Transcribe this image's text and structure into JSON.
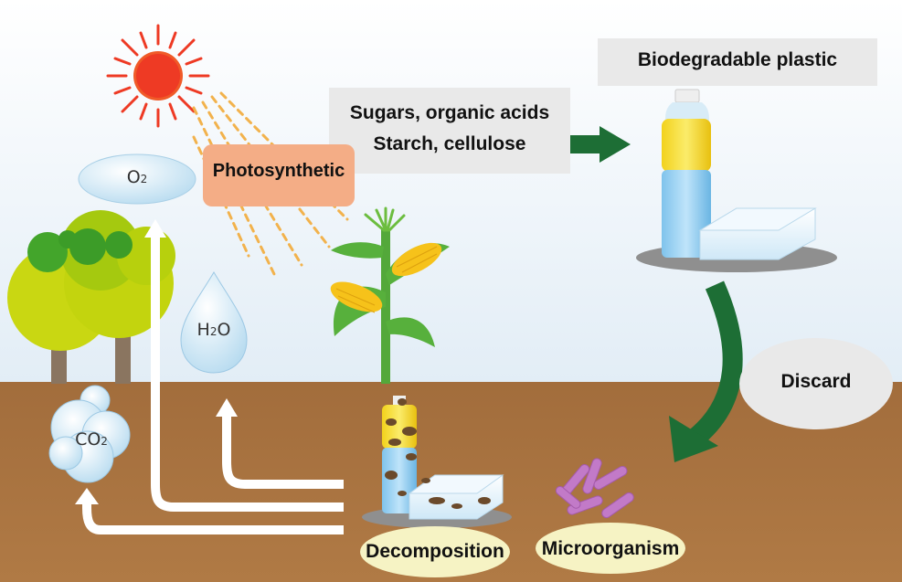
{
  "labels": {
    "photosynthetic": "Photosynthetic",
    "sugars_line1": "Sugars, organic acids",
    "sugars_line2": "Starch, cellulose",
    "biodegradable_plastic": "Biodegradable plastic",
    "discard": "Discard",
    "decomposition": "Decomposition",
    "microorganism": "Microorganism"
  },
  "molecules": {
    "o2_main": "O",
    "o2_sub": "2",
    "h2o_pre": "H",
    "h2o_sub": "2",
    "h2o_post": "O",
    "co2_main": "CO",
    "co2_sub": "2"
  },
  "colors": {
    "sky_top": "#ffffff",
    "sky_bottom": "#e4eef7",
    "soil": "#a8733f",
    "sun": "#ee3a24",
    "photosynthetic_box": "#f4ad86",
    "arrow_green": "#1d6e35",
    "label_box": "#e9e9e9",
    "bubble_blue": "#c8e4f4"
  }
}
